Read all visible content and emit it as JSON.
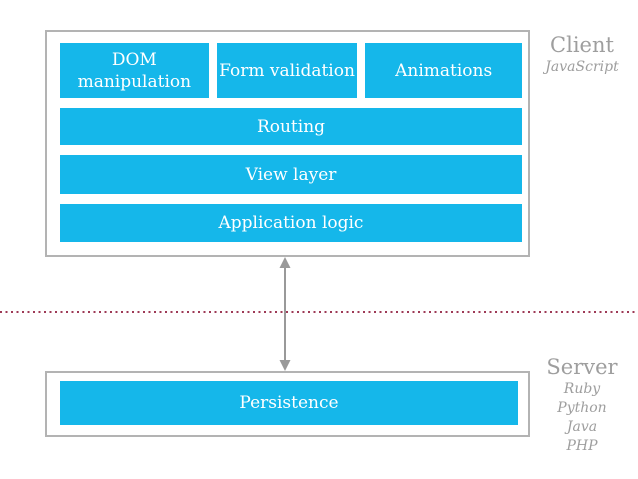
{
  "client": {
    "label": "Client",
    "sublabel": "JavaScript",
    "feature_boxes": [
      "DOM manipulation",
      "Form validation",
      "Animations"
    ],
    "layer_bars": [
      "Routing",
      "View layer",
      "Application logic"
    ]
  },
  "server": {
    "label": "Server",
    "sublabels": [
      "Ruby",
      "Python",
      "Java",
      "PHP"
    ],
    "layer_bars": [
      "Persistence"
    ]
  },
  "icons": {
    "connector": "double-headed-vertical-arrow"
  },
  "colors": {
    "accent_blue": "#15b7ea",
    "box_border": "#b3b3b3",
    "side_label_text": "#9e9e9e",
    "divider_dot": "#9e3a56",
    "arrow_gray": "#999999",
    "box_text": "#ffffff"
  }
}
